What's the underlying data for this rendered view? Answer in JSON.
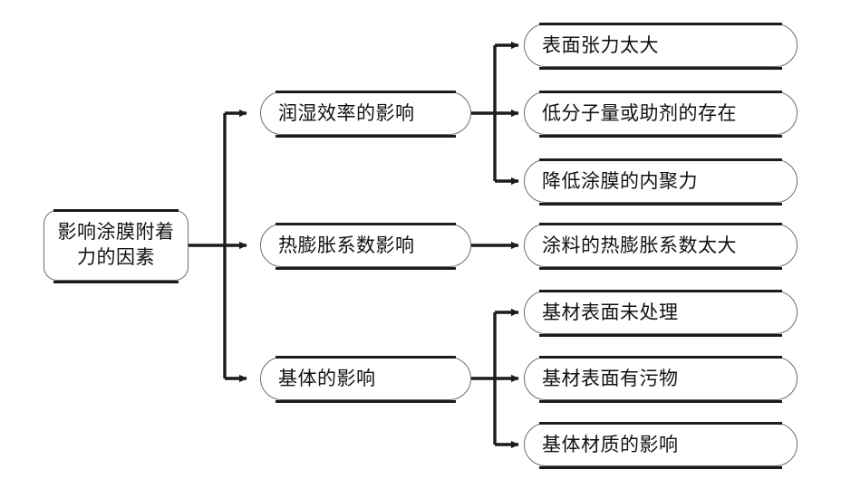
{
  "diagram": {
    "type": "tree-mindmap",
    "orientation": "left-to-right",
    "root": {
      "label": "影响涂膜附着\n力的因素"
    },
    "branches": [
      {
        "label": "润湿效率的影响",
        "children": [
          {
            "label": "表面张力太大"
          },
          {
            "label": "低分子量或助剂的存在"
          },
          {
            "label": "降低涂膜的内聚力"
          }
        ]
      },
      {
        "label": "热膨胀系数影响",
        "children": [
          {
            "label": "涂料的热膨胀系数太大"
          }
        ]
      },
      {
        "label": "基体的影响",
        "children": [
          {
            "label": "基材表面未处理"
          },
          {
            "label": "基材表面有污物"
          },
          {
            "label": "基体材质的影响"
          }
        ]
      }
    ],
    "colors": {
      "background": "#ffffff",
      "node_border": "#6e6e6e",
      "node_edge_accent": "#1c1c1c",
      "connector": "#1c1c1c",
      "text": "#111111"
    }
  }
}
